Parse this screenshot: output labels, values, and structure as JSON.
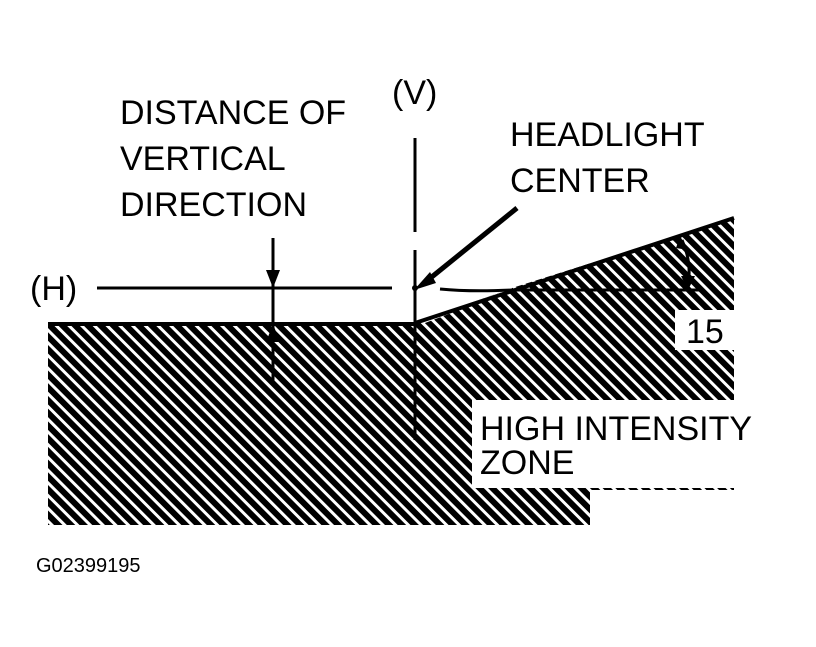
{
  "labels": {
    "vertical_marker": "(V)",
    "horizontal_marker": "(H)",
    "distance_line1": "DISTANCE OF",
    "distance_line2": "VERTICAL",
    "distance_line3": "DIRECTION",
    "headlight_line1": "HEADLIGHT",
    "headlight_line2": "CENTER",
    "angle_value": "15",
    "zone_line1": "HIGH INTENSITY",
    "zone_line2": "ZONE",
    "figure_id": "G02399195"
  },
  "colors": {
    "ink": "#000000",
    "paper": "#ffffff"
  }
}
